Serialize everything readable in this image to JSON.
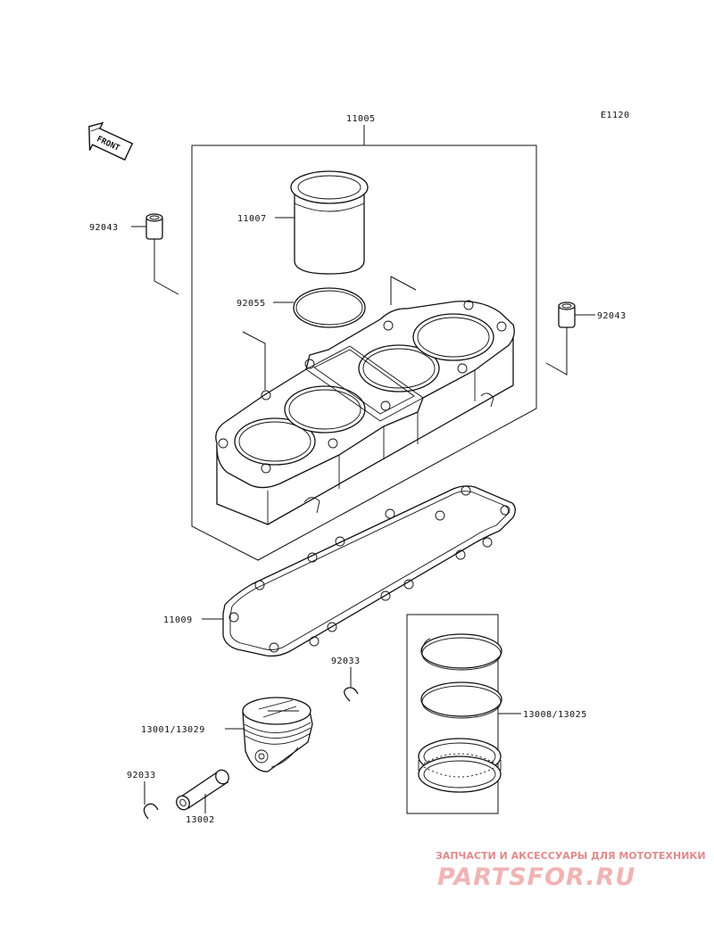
{
  "diagram_code": "E1120",
  "front_arrow": {
    "text": "FRONT"
  },
  "callouts": {
    "cylinder_assembly": "11005",
    "liner": "11007",
    "dowel_pin_left": "92043",
    "dowel_pin_right": "92043",
    "o_ring": "92055",
    "base_gasket": "11009",
    "circlip_upper": "92033",
    "piston": "13001/13029",
    "piston_rings": "13008/13025",
    "circlip_lower": "92033",
    "piston_pin": "13002"
  },
  "watermark": {
    "tagline": "ЗАПЧАСТИ И АКСЕССУАРЫ ДЛЯ МОТОТЕХНИКИ",
    "logo": "PARTSFOR.RU",
    "color": "#e7a0a0"
  }
}
